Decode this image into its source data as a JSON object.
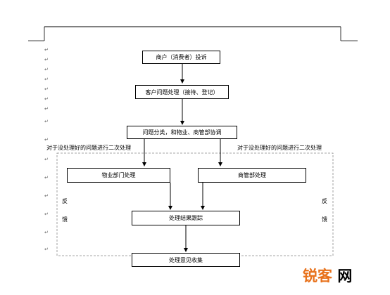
{
  "flowchart": {
    "step1": "商户（消费者）投诉",
    "step2": "客户问题处理（接待、登记）",
    "step3": "问题分类，和物业、商管部协调",
    "left_branch": "物业部门处理",
    "right_branch": "商管部处理",
    "step5": "处理结果跟踪",
    "step6": "处理意见收集",
    "left_note": "对于没处理好的问题进行二次处理",
    "right_note": "对于没处理好的问题进行二次处理",
    "feedback_left": [
      "反",
      "馈"
    ],
    "feedback_right": [
      "反",
      "馈"
    ]
  },
  "watermark": "锐客网",
  "colors": {
    "logo_orange": "#e8721c",
    "line": "#000000",
    "dashed_border": "#888888"
  }
}
